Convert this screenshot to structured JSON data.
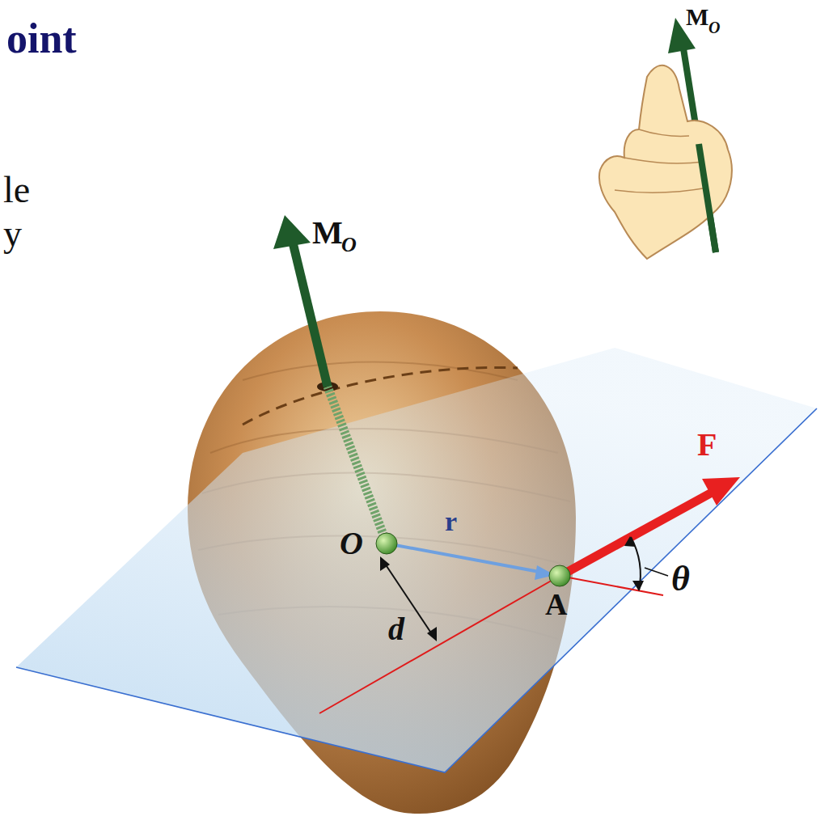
{
  "diagram": {
    "title": "oint",
    "labels": [
      "le",
      "y",
      "M",
      "O",
      "M",
      "O",
      "O",
      "r",
      "A",
      "F",
      "d",
      "θ"
    ]
  }
}
